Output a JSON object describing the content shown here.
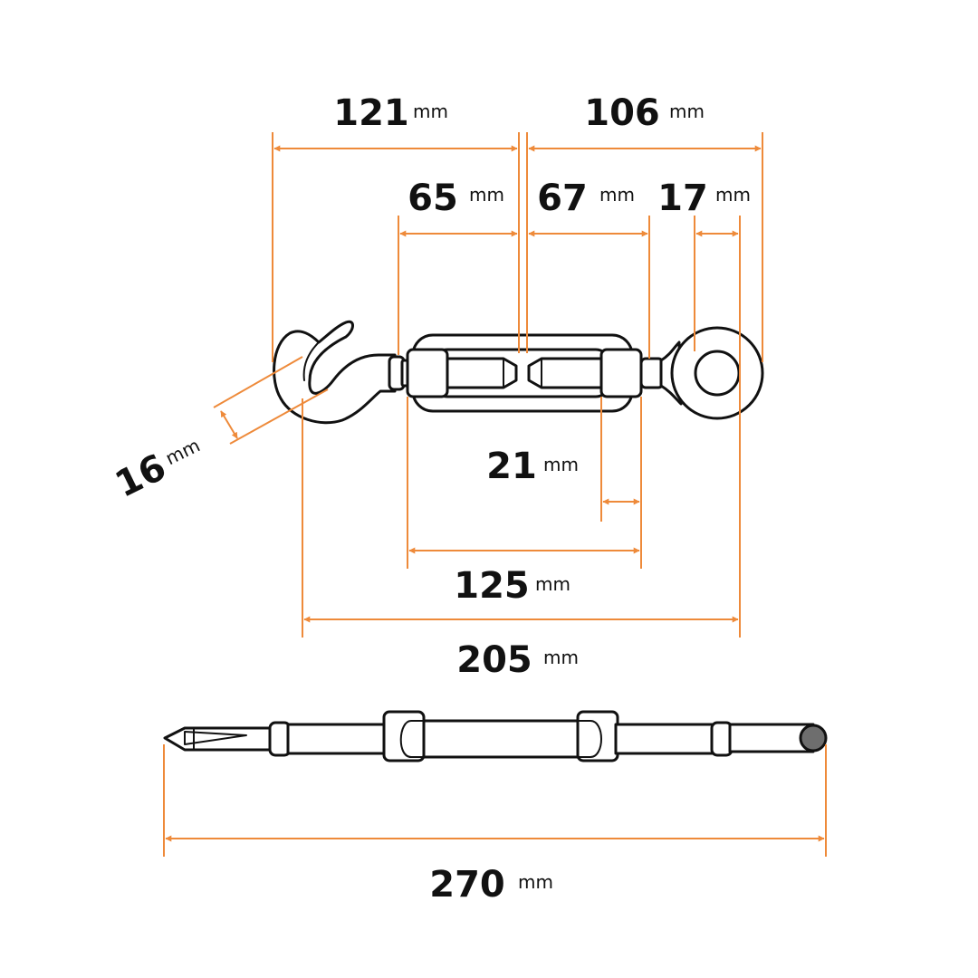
{
  "colors": {
    "dimension_line": "#EE8A3A",
    "outline": "#111111",
    "end_cap": "#6E6E6E",
    "background": "#FFFFFF"
  },
  "dimensions": {
    "hook_to_center": {
      "value": "121",
      "unit": "mm"
    },
    "center_to_eye_end": {
      "value": "106",
      "unit": "mm"
    },
    "left_body": {
      "value": "65",
      "unit": "mm"
    },
    "right_body": {
      "value": "67",
      "unit": "mm"
    },
    "eye_inner": {
      "value": "17",
      "unit": "mm"
    },
    "hook_opening": {
      "value": "16",
      "unit": "mm"
    },
    "body_end": {
      "value": "21",
      "unit": "mm"
    },
    "body_length": {
      "value": "125",
      "unit": "mm"
    },
    "overall_top": {
      "value": "205",
      "unit": "mm"
    },
    "overall_side": {
      "value": "270",
      "unit": "mm"
    }
  }
}
